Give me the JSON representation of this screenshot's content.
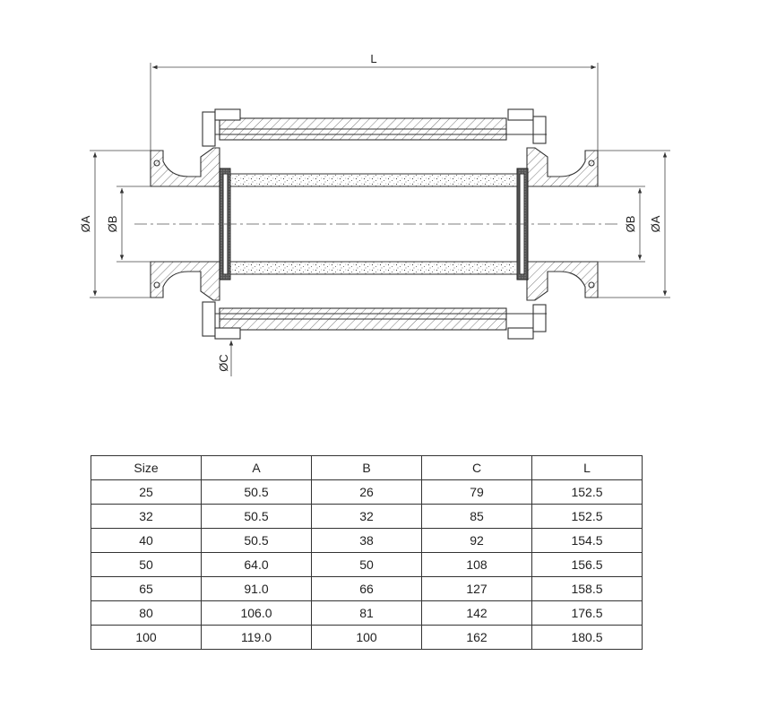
{
  "drawing": {
    "labels": {
      "length": "L",
      "outer_dia_left": "ØA",
      "bore_dia_left": "ØB",
      "bore_dia_right": "ØB",
      "outer_dia_right": "ØA",
      "clamp_dia": "ØC"
    }
  },
  "table": {
    "headers": [
      "Size",
      "A",
      "B",
      "C",
      "L"
    ],
    "rows": [
      [
        "25",
        "50.5",
        "26",
        "79",
        "152.5"
      ],
      [
        "32",
        "50.5",
        "32",
        "85",
        "152.5"
      ],
      [
        "40",
        "50.5",
        "38",
        "92",
        "154.5"
      ],
      [
        "50",
        "64.0",
        "50",
        "108",
        "156.5"
      ],
      [
        "65",
        "91.0",
        "66",
        "127",
        "158.5"
      ],
      [
        "80",
        "106.0",
        "81",
        "142",
        "176.5"
      ],
      [
        "100",
        "119.0",
        "100",
        "162",
        "180.5"
      ]
    ]
  }
}
